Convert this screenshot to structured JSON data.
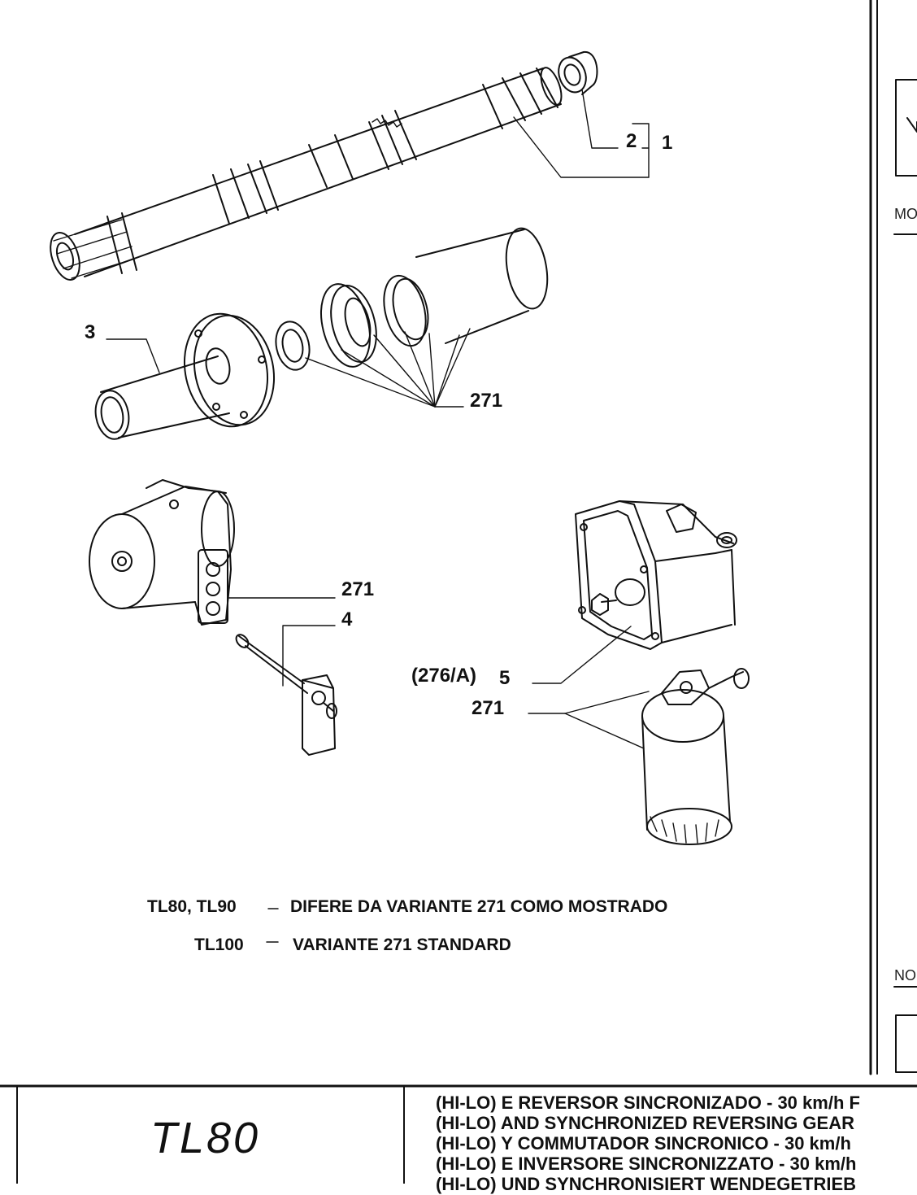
{
  "callouts": {
    "c2": "2",
    "c1": "1",
    "c3": "3",
    "c271a": "271",
    "c271b": "271",
    "c4": "4",
    "c276": "(276/A)",
    "c5": "5",
    "c271c": "271"
  },
  "notes": {
    "line1_models": "TL80, TL90",
    "line1_dash": "–",
    "line1_text": "DIFERE DA VARIANTE 271 COMO MOSTRADO",
    "line2_models": "TL100",
    "line2_dash": "–",
    "line2_text": "VARIANTE 271 STANDARD"
  },
  "side_panel": {
    "label_top": "MO",
    "label_bottom": "NO"
  },
  "title_block": {
    "model": "TL80",
    "lines": [
      "(HI-LO) E REVERSOR SINCRONIZADO - 30 km/h F",
      "(HI-LO) AND SYNCHRONIZED REVERSING GEAR",
      "(HI-LO) Y COMMUTADOR SINCRONICO - 30 km/h",
      "(HI-LO) E INVERSORE SINCRONIZZATO - 30 km/h",
      "(HI-LO) UND SYNCHRONISIERT WENDEGETRIEB"
    ]
  }
}
